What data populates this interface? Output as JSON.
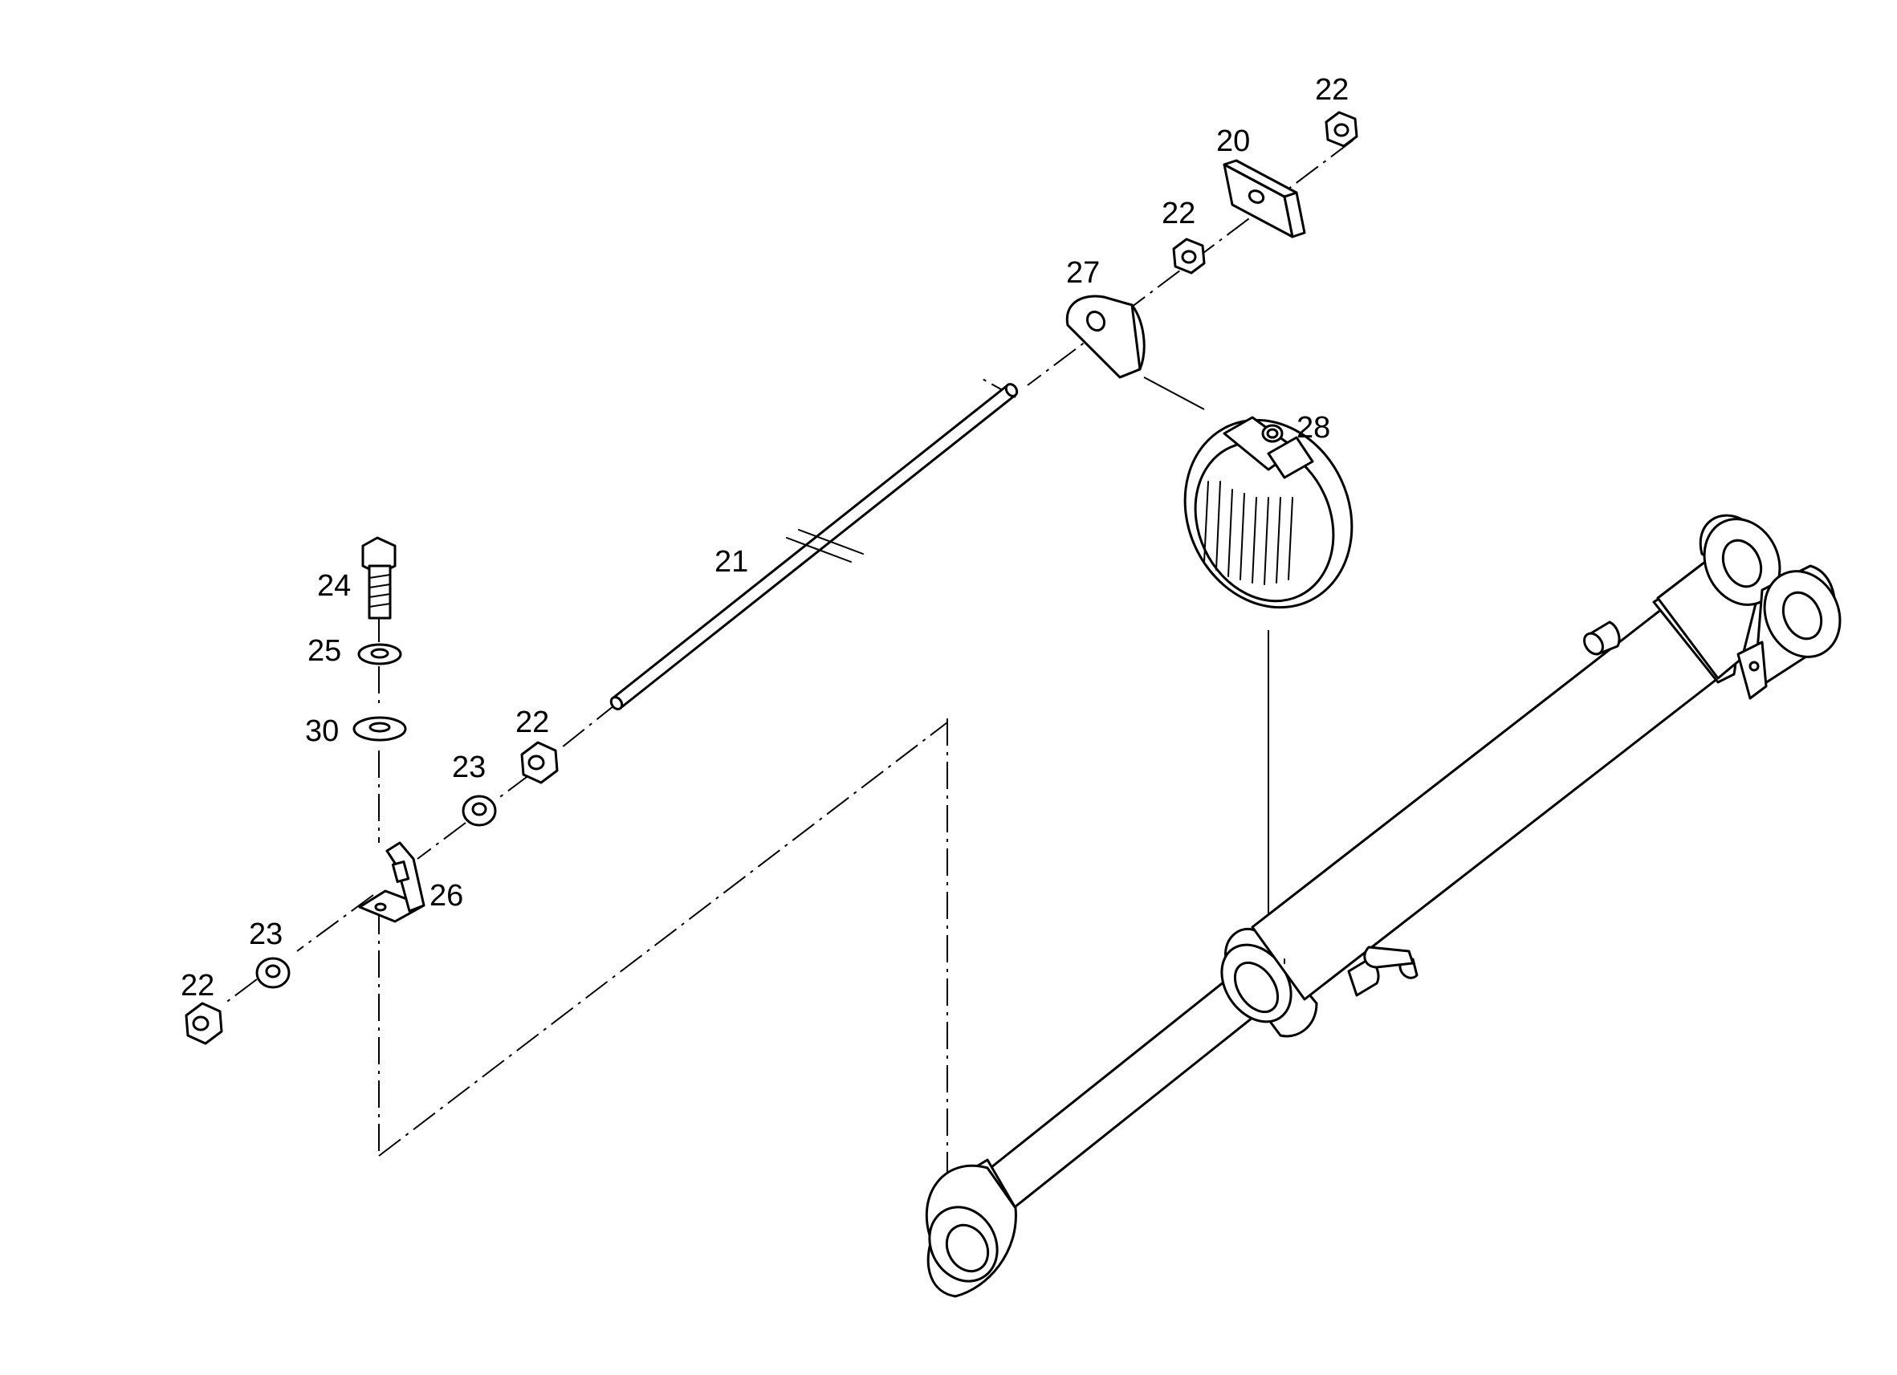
{
  "diagram": {
    "type": "exploded-parts-view",
    "parts": [
      {
        "key": "p20",
        "label": "20",
        "icon": "mounting-plate-icon"
      },
      {
        "key": "p21",
        "label": "21",
        "icon": "rod-icon"
      },
      {
        "key": "p22a",
        "label": "22",
        "icon": "hex-nut-icon"
      },
      {
        "key": "p22b",
        "label": "22",
        "icon": "hex-nut-icon"
      },
      {
        "key": "p22c",
        "label": "22",
        "icon": "hex-nut-icon"
      },
      {
        "key": "p22d",
        "label": "22",
        "icon": "hex-nut-icon"
      },
      {
        "key": "p23a",
        "label": "23",
        "icon": "washer-icon"
      },
      {
        "key": "p23b",
        "label": "23",
        "icon": "washer-icon"
      },
      {
        "key": "p24",
        "label": "24",
        "icon": "hex-bolt-icon"
      },
      {
        "key": "p25",
        "label": "25",
        "icon": "lock-washer-icon"
      },
      {
        "key": "p26",
        "label": "26",
        "icon": "angle-bracket-icon"
      },
      {
        "key": "p27",
        "label": "27",
        "icon": "rod-clamp-block-icon"
      },
      {
        "key": "p28",
        "label": "28",
        "icon": "hose-clamp-icon"
      },
      {
        "key": "p30",
        "label": "30",
        "icon": "flat-washer-icon"
      }
    ],
    "assembly_icon": "hydraulic-cylinder-icon"
  },
  "labels": {
    "p20": "20",
    "p21": "21",
    "p22a": "22",
    "p22b": "22",
    "p22c": "22",
    "p22d": "22",
    "p23a": "23",
    "p23b": "23",
    "p24": "24",
    "p25": "25",
    "p26": "26",
    "p27": "27",
    "p28": "28",
    "p30": "30"
  }
}
